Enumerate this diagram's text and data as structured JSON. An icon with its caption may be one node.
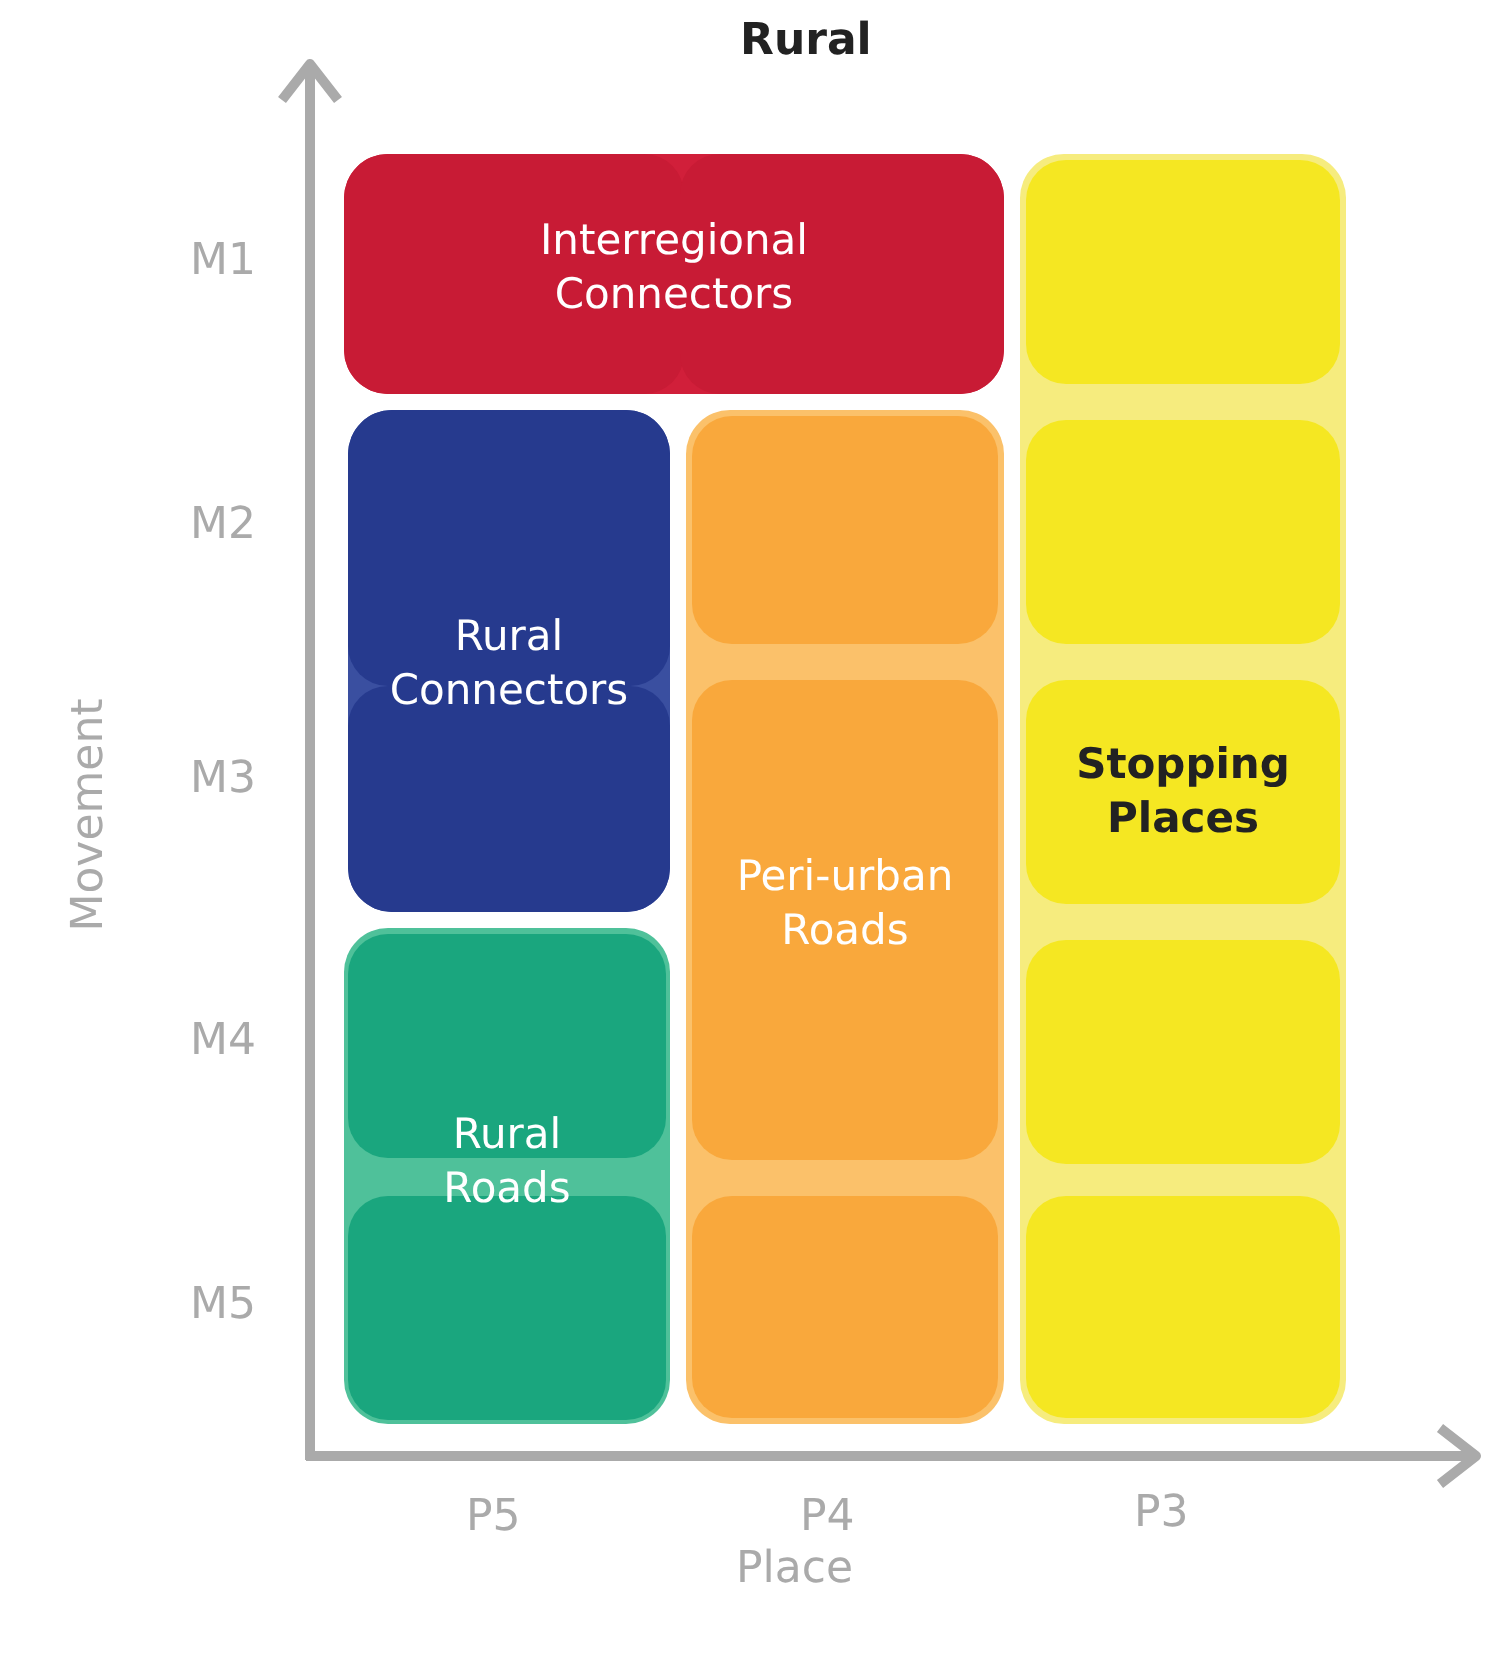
{
  "diagram": {
    "title": "Rural",
    "nodes": [
      {
        "text": [
          "Interregional Connectors"
        ]
      },
      {
        "text": [
          "Rural Connectors"
        ]
      },
      {
        "text": [
          "Rural Roads"
        ]
      },
      {
        "text": [
          "Peri-urban Roads"
        ]
      },
      {
        "text": [
          "Stopping Places"
        ]
      }
    ],
    "labels": [
      "M1",
      "M2",
      "M3",
      "M4",
      "M5",
      "Movement",
      "P5",
      "P4",
      "P3",
      "Place"
    ]
  }
}
